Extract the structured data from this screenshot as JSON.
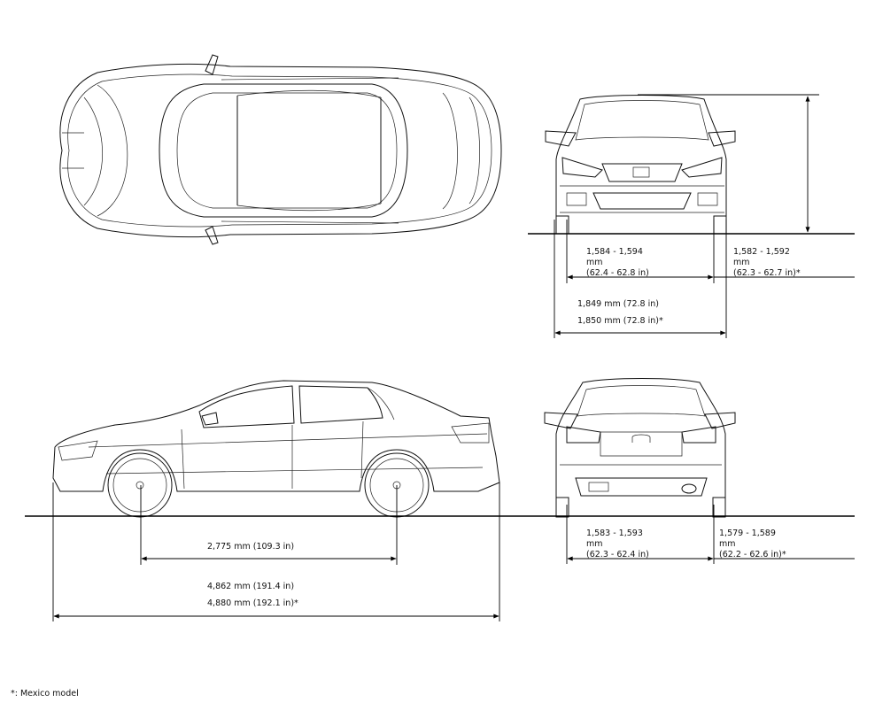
{
  "dimensions": {
    "front_track": {
      "range_mm": "1,584 - 1,594",
      "unit": "mm",
      "range_in": "(62.4 - 62.8 in)"
    },
    "front_track_mexico": {
      "range_mm": "1,582 - 1,592",
      "unit": "mm",
      "range_in": "(62.3 - 62.7 in)*"
    },
    "width": {
      "line1": "1,849 mm (72.8 in)",
      "line2": "1,850 mm (72.8 in)*"
    },
    "wheelbase": "2,775 mm (109.3 in)",
    "length": {
      "line1": "4,862 mm (191.4 in)",
      "line2": "4,880 mm (192.1 in)*"
    },
    "rear_track": {
      "range_mm": "1,583 - 1,593",
      "unit": "mm",
      "range_in": "(62.3 - 62.4 in)"
    },
    "rear_track_mexico": {
      "range_mm": "1,579 - 1,589",
      "unit": "mm",
      "range_in": "(62.2 - 62.6 in)*"
    }
  },
  "footnote": "*: Mexico model",
  "views": [
    "top-view",
    "front-view",
    "side-view",
    "rear-view"
  ]
}
